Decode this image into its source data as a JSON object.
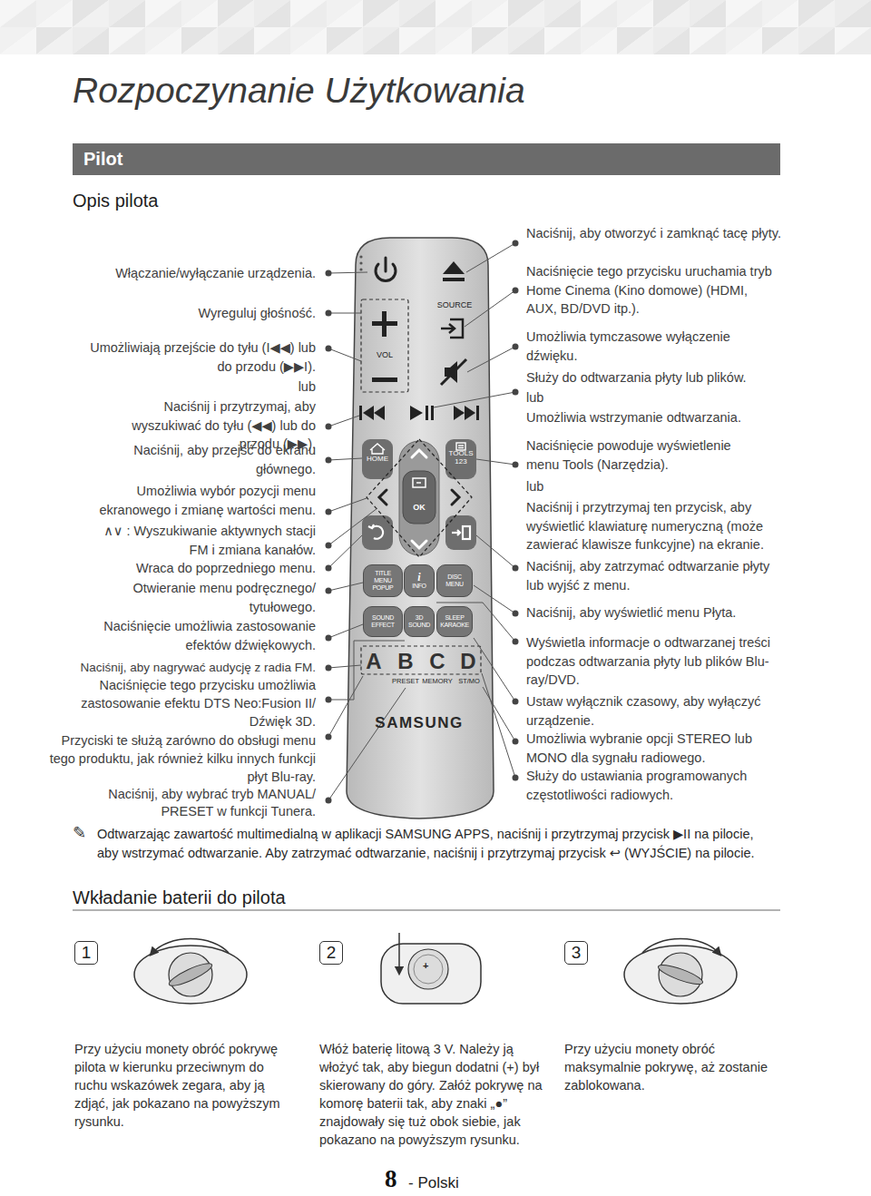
{
  "diagram": {
    "title": "Rozpoczynanie Użytkowania",
    "nodes": [
      {
        "text": [
          "Pilot"
        ]
      },
      {
        "text": [
          "SOURCE",
          "VOL",
          "HOME",
          "TOOLS 123",
          "A",
          "B",
          "C",
          "D",
          "PRESET",
          "MEMORY",
          "ST/MO",
          "SAMSUNG"
        ]
      },
      {
        "text": [
          "OK"
        ],
        "in": 1
      },
      {
        "text": [
          "TITLE MENU",
          "POPUP"
        ],
        "in": 1
      },
      {
        "text": [
          "i",
          "INFO"
        ],
        "in": 1
      },
      {
        "text": [
          "DISC MENU"
        ],
        "in": 1
      },
      {
        "text": [
          "SOUND EFFECT"
        ],
        "in": 1
      },
      {
        "text": [
          "3D SOUND"
        ],
        "in": 1
      },
      {
        "text": [
          "SLEEP KARAOKE"
        ],
        "in": 1
      },
      {
        "text": [
          "1"
        ]
      },
      {
        "text": [
          "2"
        ]
      },
      {
        "text": [
          "3"
        ]
      }
    ],
    "labels": [
      "Opis pilota",
      "Włączanie/wyłączanie urządzenia.",
      "Wyreguluj głośność.",
      "Umożliwiają przejście do tyłu (I◀◀) lub do przodu (▶▶I).",
      "lub",
      "Naciśnij i przytrzymaj, aby wyszukiwać do tyłu (◀◀) lub do przodu (▶▶).",
      "Naciśnij, aby przejść do ekranu głównego.",
      "Umożliwia wybór pozycji menu ekranowego i zmianę wartości menu.",
      "∧∨ : Wyszukiwanie aktywnych stacji FM i zmiana kanałów.",
      "Wraca do poprzedniego menu.",
      "Otwieranie menu podręcznego/ tytułowego.",
      "Naciśnięcie umożliwia zastosowanie efektów dźwiękowych.",
      "Naciśnij, aby nagrywać audycję z radia FM.",
      "Naciśnięcie tego przycisku umożliwia zastosowanie efektu DTS Neo:Fusion II/ Dźwięk 3D.",
      "Przyciski te służą zarówno do obsługi menu tego produktu, jak również kilku innych funkcji płyt Blu-ray.",
      "Naciśnij, aby wybrać tryb MANUAL/ PRESET w funkcji Tunera.",
      "Naciśnij, aby otworzyć i zamknąć tacę płyty.",
      "Naciśnięcie tego przycisku uruchamia tryb Home Cinema (Kino domowe) (HDMI, AUX, BD/DVD itp.).",
      "Umożliwia tymczasowe wyłączenie dźwięku.",
      "Służy do odtwarzania płyty lub plików.",
      "lub",
      "Umożliwia wstrzymanie odtwarzania.",
      "Naciśnięcie powoduje wyświetlenie menu Tools (Narzędzia).",
      "lub",
      "Naciśnij i przytrzymaj ten przycisk, aby wyświetlić klawiaturę numeryczną (może zawierać klawisze funkcyjne) na ekranie.",
      "Naciśnij, aby zatrzymać odtwarzanie płyty lub wyjść z menu.",
      "Naciśnij, aby wyświetlić menu Płyta.",
      "Wyświetla informacje o odtwarzanej treści podczas odtwarzania płyty lub plików Blu-ray/DVD.",
      "Ustaw wyłącznik czasowy, aby wyłączyć urządzenie.",
      "Umożliwia wybranie opcji STEREO lub MONO dla sygnału radiowego.",
      "Służy do ustawiania programowanych częstotliwości radiowych.",
      "✎",
      "Odtwarzając zawartość multimedialną w aplikacji SAMSUNG APPS, naciśnij i przytrzymaj przycisk ▶II na pilocie, aby wstrzymać odtwarzanie. Aby zatrzymać odtwarzanie, naciśnij i przytrzymaj przycisk ↩ (WYJŚCIE) na pilocie.",
      "Wkładanie baterii do pilota",
      "Przy użyciu monety obróć pokrywę pilota w kierunku przeciwnym do ruchu wskazówek zegara, aby ją zdjąć, jak pokazano na powyższym rysunku.",
      "Włóż baterię litową 3 V. Należy ją włożyć tak, aby biegun dodatni (+) był skierowany do góry. Załóż pokrywę na komorę baterii tak, aby znaki „●” znajdowały się tuż obok siebie, jak pokazano na powyższym rysunku.",
      "Przy użyciu monety obróć maksymalnie pokrywę, aż zostanie zablokowana.",
      "+",
      "8",
      "- Polski"
    ]
  }
}
